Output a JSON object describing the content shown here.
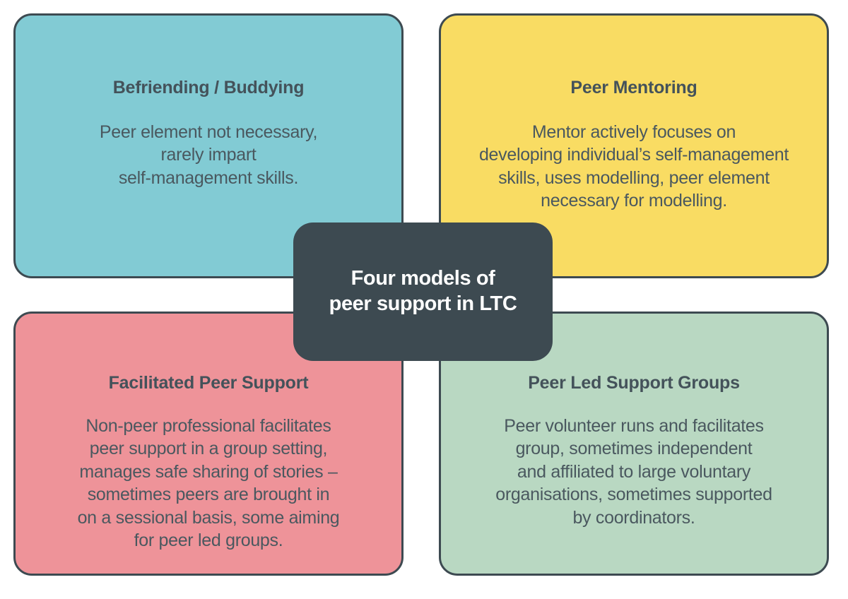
{
  "diagram": {
    "title": "Four models of peer support in LTC",
    "center": {
      "label": "Four models of\npeer support in LTC",
      "background_color": "#3d4a51",
      "text_color": "#ffffff"
    },
    "border_color": "#3d4a51",
    "text_color": "#44525a",
    "background_color": "#ffffff",
    "cards": [
      {
        "id": "befriending",
        "title": "Befriending / Buddying",
        "body": "Peer element not necessary,\nrarely impart\nself-management skills.",
        "color": "#82cbd4",
        "position": "top-left"
      },
      {
        "id": "mentoring",
        "title": "Peer Mentoring",
        "body": "Mentor actively focuses on\ndeveloping individual’s self-management\nskills, uses modelling, peer element\nnecessary for modelling.",
        "color": "#f9dc63",
        "position": "top-right"
      },
      {
        "id": "facilitated",
        "title": "Facilitated Peer Support",
        "body": "Non-peer professional facilitates\npeer support in a group setting,\nmanages safe sharing of stories –\nsometimes peers are brought in\non a sessional basis, some aiming\nfor peer led groups.",
        "color": "#ee9399",
        "position": "bottom-left"
      },
      {
        "id": "peerled",
        "title": "Peer Led Support Groups",
        "body": "Peer volunteer runs and facilitates\ngroup, sometimes independent\nand affiliated to large voluntary\norganisations, sometimes supported\nby coordinators.",
        "color": "#b9d8c2",
        "position": "bottom-right"
      }
    ]
  }
}
